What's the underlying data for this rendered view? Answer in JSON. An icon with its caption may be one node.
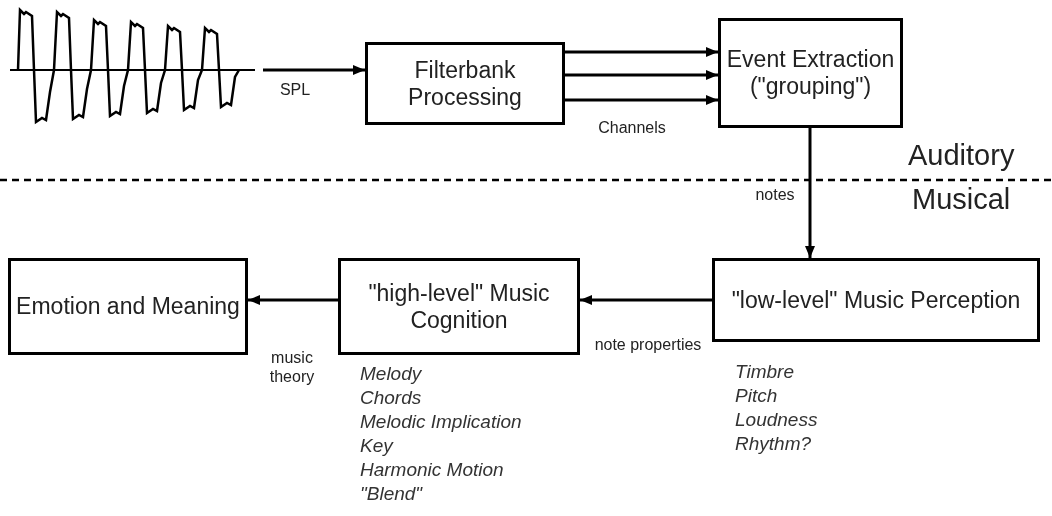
{
  "diagram": {
    "nodes": [
      {
        "text": [],
        "shape": "picture"
      },
      {
        "text": [
          "Filterbank Processing"
        ]
      },
      {
        "text": [
          "Event Extraction (\"grouping\")"
        ]
      },
      {
        "text": [
          "\"low-level\" Music Perception"
        ],
        "beside": [
          "Timbre",
          "Pitch",
          "Loudness",
          "Rhythm?"
        ]
      },
      {
        "text": [
          "\"high-level\" Music Cognition"
        ],
        "beside": [
          "Melody",
          "Chords",
          "Melodic Implication",
          "Key",
          "Harmonic Motion",
          "\"Blend\""
        ]
      },
      {
        "text": [
          "Emotion and Meaning"
        ]
      }
    ],
    "edges": [
      {
        "from": 0,
        "to": 1,
        "arrow": "to",
        "label": "SPL"
      },
      {
        "from": 1,
        "to": 2,
        "arrow": "to"
      },
      {
        "from": 1,
        "to": 2,
        "arrow": "to"
      },
      {
        "from": 1,
        "to": 2,
        "arrow": "to",
        "label": "Channels"
      },
      {
        "from": 2,
        "to": 3,
        "arrow": "to",
        "label": "notes"
      },
      {
        "from": 3,
        "to": 4,
        "arrow": "to",
        "label": "note properties"
      },
      {
        "from": 4,
        "to": 5,
        "arrow": "to",
        "label": "music theory"
      }
    ],
    "labels": [
      "Auditory",
      "Musical"
    ]
  }
}
